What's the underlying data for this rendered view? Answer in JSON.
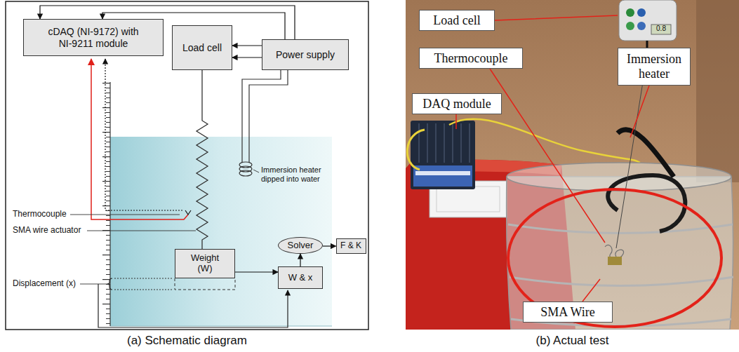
{
  "diagram": {
    "nodes": [
      {
        "text": [
          "cDAQ (NI-9172) with NI-9211 module"
        ]
      },
      {
        "text": [
          "Load cell"
        ]
      },
      {
        "text": [
          "Power supply"
        ]
      },
      {
        "text": [
          "Weight (W)"
        ]
      },
      {
        "text": [
          "Solver"
        ]
      },
      {
        "text": [
          "F & K"
        ]
      },
      {
        "text": [
          "W & x"
        ]
      },
      {
        "text": [
          "Load cell"
        ]
      },
      {
        "text": [
          "Thermocouple"
        ]
      },
      {
        "text": [
          "Immersion heater"
        ]
      },
      {
        "text": [
          "DAQ module"
        ]
      },
      {
        "text": [
          "SMA Wire"
        ]
      }
    ],
    "edges": [
      {
        "from": 2,
        "to": 1,
        "arrow": "to"
      },
      {
        "from": 2,
        "to": 1,
        "arrow": "to"
      },
      {
        "from": 2,
        "to": 0,
        "arrow": "to"
      },
      {
        "from": 2,
        "to": 0,
        "arrow": "to"
      },
      {
        "from": 3,
        "to": 6,
        "arrow": "to"
      },
      {
        "from": 6,
        "to": 4,
        "arrow": "to"
      },
      {
        "from": 4,
        "to": 5,
        "arrow": "to"
      }
    ],
    "labels": [
      "Thermocouple",
      "SMA wire actuator",
      "Immersion heater dipped into water",
      "Displacement (x)",
      "0.8",
      "(a) Schematic diagram",
      "(b) Actual test"
    ]
  }
}
